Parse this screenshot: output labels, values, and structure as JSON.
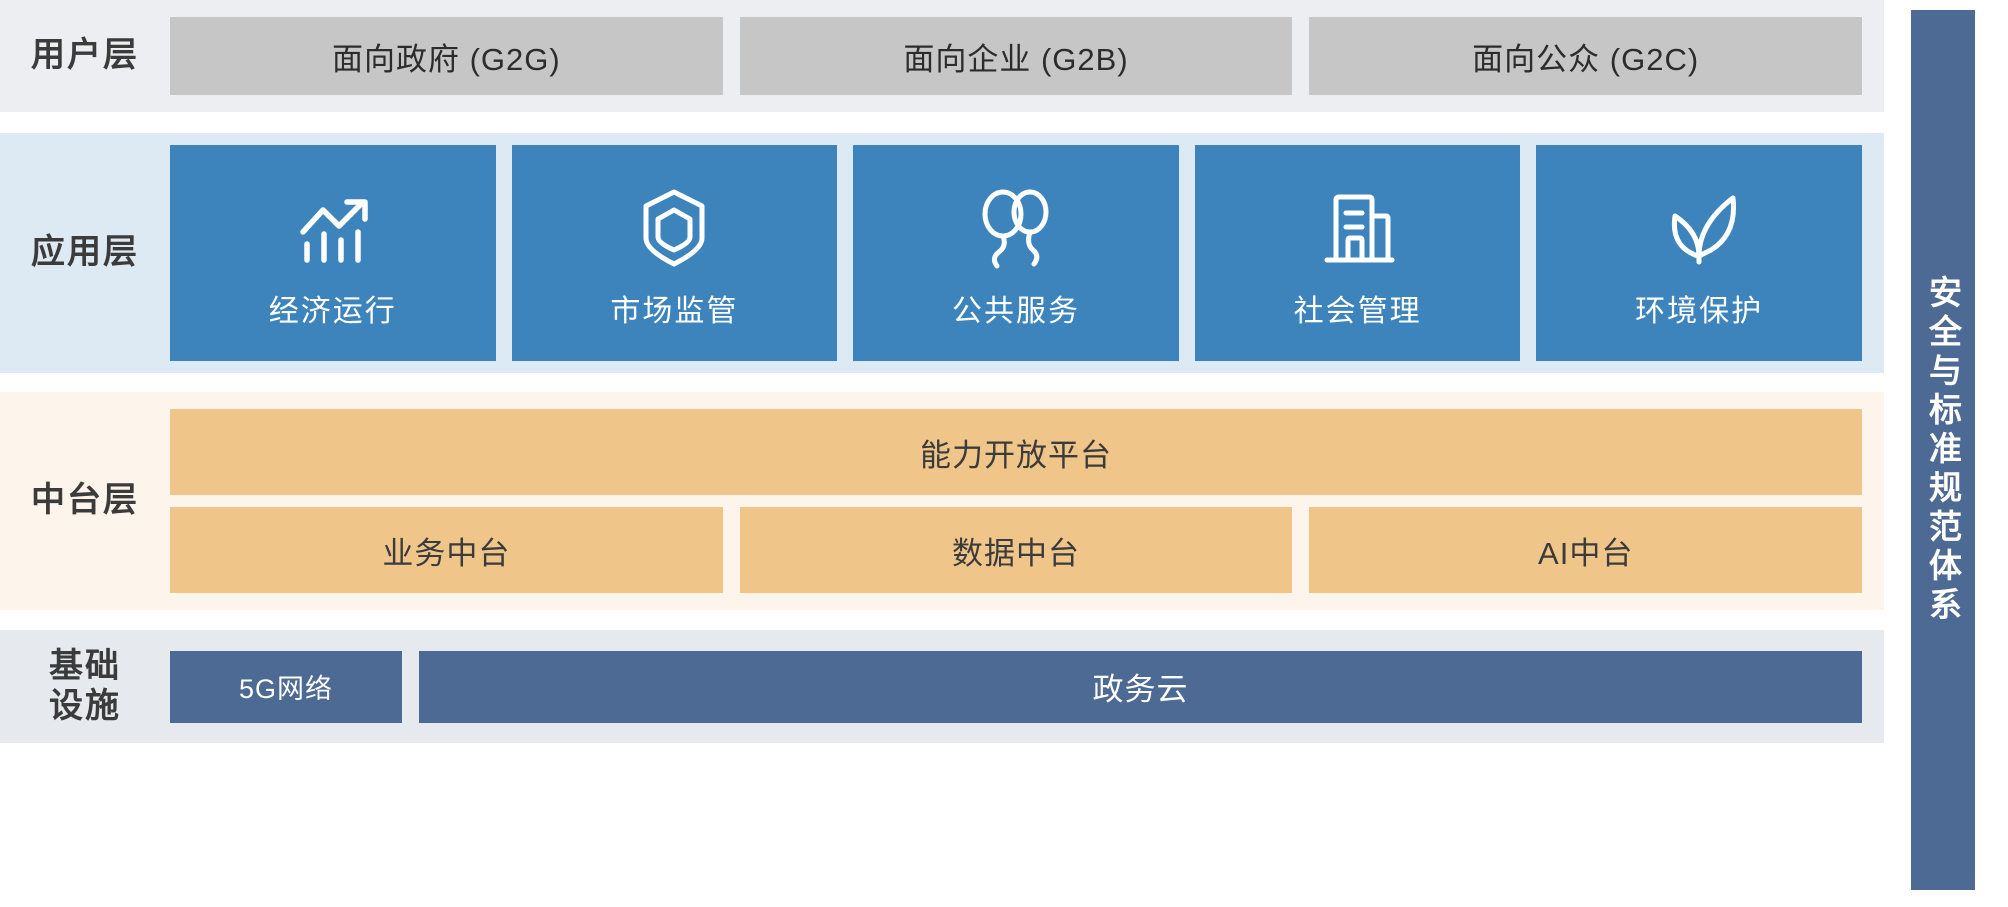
{
  "theme": {
    "user_layer_bg": "#eceef1",
    "user_box_bg": "#c6c6c6",
    "app_layer_bg": "#dde9f3",
    "app_box_bg": "#3d84bd",
    "mid_layer_bg": "#fdf5ec",
    "mid_box_bg": "#efc58a",
    "infra_layer_bg": "#e6e9ee",
    "infra_box_bg": "#4d6a94",
    "security_bar_bg": "#4d6a94",
    "label_text": "#3b3b3b",
    "on_dark_text": "#ffffff"
  },
  "layers": {
    "user": {
      "label": "用户层",
      "boxes": [
        {
          "label": "面向政府 (G2G)"
        },
        {
          "label": "面向企业 (G2B)"
        },
        {
          "label": "面向公众 (G2C)"
        }
      ]
    },
    "application": {
      "label": "应用层",
      "boxes": [
        {
          "label": "经济运行",
          "icon": "growth-chart-icon"
        },
        {
          "label": "市场监管",
          "icon": "shield-hexagon-icon"
        },
        {
          "label": "公共服务",
          "icon": "balloons-icon"
        },
        {
          "label": "社会管理",
          "icon": "building-icon"
        },
        {
          "label": "环境保护",
          "icon": "leaf-sprout-icon"
        }
      ]
    },
    "middle": {
      "label": "中台层",
      "wide_box": {
        "label": "能力开放平台"
      },
      "boxes": [
        {
          "label": "业务中台"
        },
        {
          "label": "数据中台"
        },
        {
          "label": "AI中台"
        }
      ]
    },
    "infrastructure": {
      "label_line1": "基础",
      "label_line2": "设施",
      "boxes": [
        {
          "label": "5G网络"
        },
        {
          "label": "政务云"
        }
      ]
    }
  },
  "security_bar": {
    "label": "安全与标准规范体系"
  }
}
